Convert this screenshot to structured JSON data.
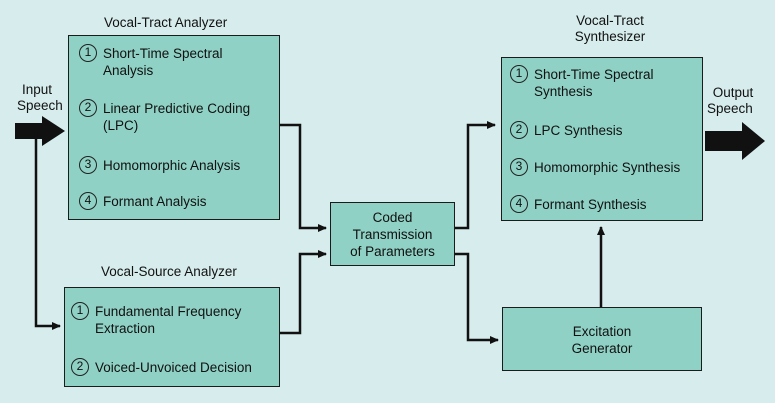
{
  "labels": {
    "vocal_tract_analyzer": "Vocal-Tract Analyzer",
    "vocal_tract_synthesizer_line1": "Vocal-Tract",
    "vocal_tract_synthesizer_line2": "Synthesizer",
    "vocal_source_analyzer": "Vocal-Source Analyzer",
    "input_line1": "Input",
    "input_line2": "Speech",
    "output_line1": "Output",
    "output_line2": "Speech"
  },
  "analyzer_items": [
    {
      "num": "1",
      "line1": "Short-Time Spectral",
      "line2": "Analysis"
    },
    {
      "num": "2",
      "line1": "Linear Predictive Coding",
      "line2": "(LPC)"
    },
    {
      "num": "3",
      "line1": "Homomorphic Analysis",
      "line2": ""
    },
    {
      "num": "4",
      "line1": "Formant Analysis",
      "line2": ""
    }
  ],
  "synth_items": [
    {
      "num": "1",
      "line1": "Short-Time Spectral",
      "line2": "Synthesis"
    },
    {
      "num": "2",
      "line1": "LPC Synthesis",
      "line2": ""
    },
    {
      "num": "3",
      "line1": "Homomorphic Synthesis",
      "line2": ""
    },
    {
      "num": "4",
      "line1": "Formant Synthesis",
      "line2": ""
    }
  ],
  "source_items": [
    {
      "num": "1",
      "line1": "Fundamental Frequency",
      "line2": "Extraction"
    },
    {
      "num": "2",
      "line1": "Voiced-Unvoiced Decision",
      "line2": ""
    }
  ],
  "coded": {
    "line1": "Coded",
    "line2": "Transmission",
    "line3": "of Parameters"
  },
  "excitation": {
    "line1": "Excitation",
    "line2": "Generator"
  },
  "colors": {
    "background": "#d7ecec",
    "box_fill": "#8fd1c5",
    "stroke": "#1b1b1b"
  }
}
